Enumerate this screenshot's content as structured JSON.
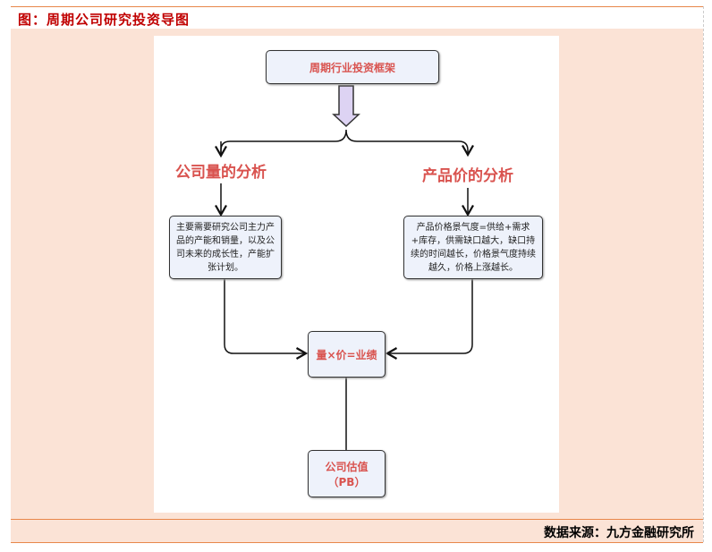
{
  "header": {
    "title": "图：周期公司研究投资导图"
  },
  "diagram": {
    "top": "周期行业投资框架",
    "left_label": "公司量的分析",
    "right_label": "产品价的分析",
    "left_desc": "主要需要研究公司主力产品的产能和销量，以及公司未来的成长性，产能扩张计划。",
    "right_desc": "产品价格景气度=供给+需求+库存，供需缺口越大，缺口持续的时间越长，价格景气度持续越久，价格上涨越长。",
    "center": "量×价=业绩",
    "bottom_line1": "公司估值",
    "bottom_line2": "（PB）"
  },
  "footer": {
    "source": "数据来源：九方金融研究所"
  }
}
